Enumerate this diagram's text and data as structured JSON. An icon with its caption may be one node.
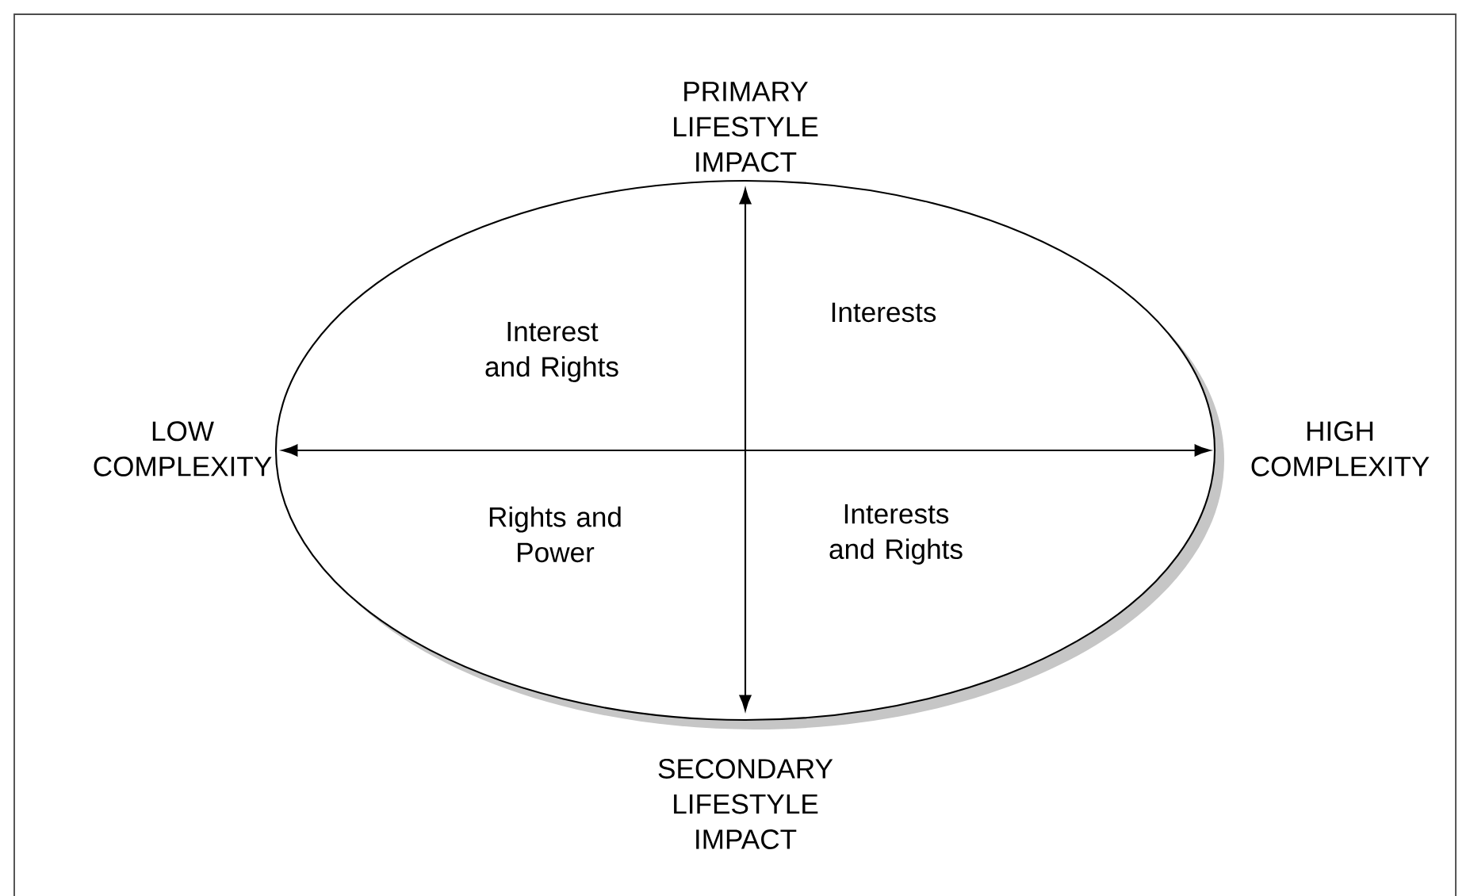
{
  "diagram": {
    "nodes": [
      {
        "text": [],
        "shape": "ellipse"
      }
    ],
    "labels": [
      "PRIMARY LIFESTYLE IMPACT",
      "Interest and Rights",
      "Interests",
      "LOW COMPLEXITY",
      "HIGH COMPLEXITY",
      "Rights and Power",
      "Interests and Rights",
      "SECONDARY LIFESTYLE IMPACT"
    ]
  }
}
